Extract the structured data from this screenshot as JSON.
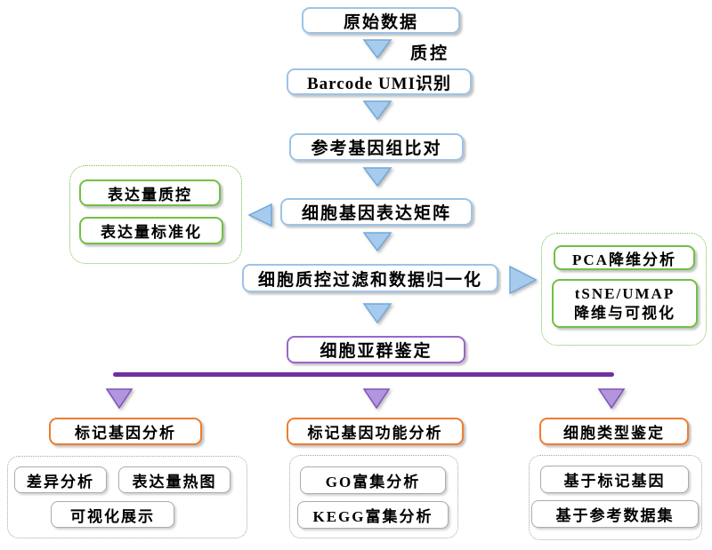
{
  "flow": {
    "raw_data": "原始数据",
    "qc_label": "质控",
    "barcode_umi": "Barcode UMI识别",
    "ref_align": "参考基因组比对",
    "expr_matrix": "细胞基因表达矩阵",
    "cell_qc_norm": "细胞质控过滤和数据归一化",
    "subpop": "细胞亚群鉴定"
  },
  "expr_panel": {
    "items": [
      "表达量质控",
      "表达量标准化"
    ]
  },
  "dimred_panel": {
    "pca": "PCA降维分析",
    "tsne_line1": "tSNE/UMAP",
    "tsne_line2": "降维与可视化"
  },
  "branches": [
    {
      "title": "标记基因分析",
      "items": [
        "差异分析",
        "表达量热图",
        "可视化展示"
      ]
    },
    {
      "title": "标记基因功能分析",
      "items": [
        "GO富集分析",
        "KEGG富集分析"
      ]
    },
    {
      "title": "细胞类型鉴定",
      "items": [
        "基于标记基因",
        "基于参考数据集"
      ]
    }
  ],
  "colors": {
    "blue_border": "#9DC3E6",
    "arrow_fill": "#A7CBEC",
    "arrow_stroke": "#71A8DC",
    "green": "#72BF44",
    "purple_line": "#7030A0",
    "purple_triangle_fill": "#B295DD",
    "purple_triangle_stroke": "#7D55B8",
    "purple_box_border": "#9966CC",
    "orange_border": "#ED7D31",
    "gray_border": "#ABABAB"
  }
}
